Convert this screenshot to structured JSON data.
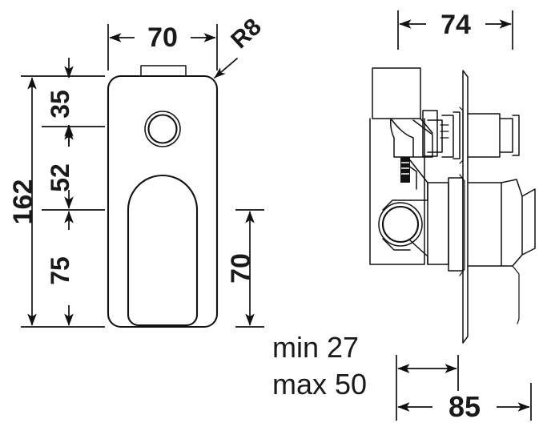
{
  "drawing": {
    "title": "Wall mixer technical dimension drawing",
    "units": "mm",
    "line_color": "#111111",
    "background_color": "#ffffff",
    "views": [
      {
        "name": "front-view",
        "label": "front elevation of rectangular face plate with round diverter button and lever handle"
      },
      {
        "name": "side-view",
        "label": "side section through valve body, wall plate and lever handle"
      }
    ],
    "dimensions": {
      "front_width": "70",
      "front_overall_height": "162",
      "front_top_to_button": "35",
      "front_button_to_handle": "52",
      "front_handle_zone": "75",
      "front_handle_height": "70",
      "corner_radius": "R8",
      "side_body_depth": "74",
      "side_overall_depth": "85",
      "wall_depth_min": "min 27",
      "wall_depth_max": "max 50"
    }
  }
}
